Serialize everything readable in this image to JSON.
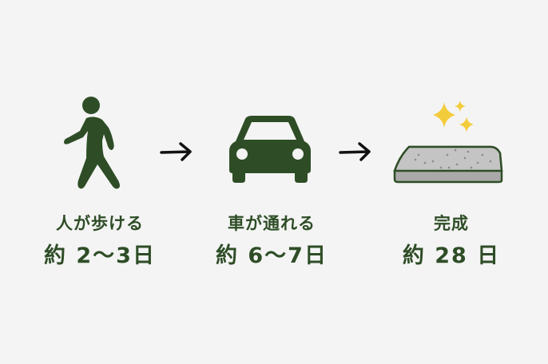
{
  "colors": {
    "background": "#f4f4f4",
    "primary_green": "#2e4d26",
    "sparkle_yellow": "#f2cc3a",
    "concrete_gray": "#b8b8b8",
    "arrow": "#111111"
  },
  "stages": [
    {
      "icon": "walking-person-icon",
      "title": "人が歩ける",
      "duration": "約 2～3日"
    },
    {
      "icon": "car-icon",
      "title": "車が通れる",
      "duration": "約 6～7日"
    },
    {
      "icon": "concrete-slab-icon",
      "title": "完成",
      "duration": "約 28 日"
    }
  ],
  "arrows": [
    "arrow-right-icon",
    "arrow-right-icon"
  ]
}
